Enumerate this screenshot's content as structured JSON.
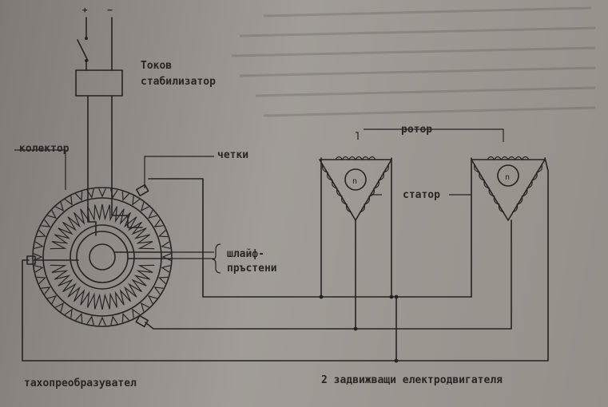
{
  "labels": {
    "plus": "+",
    "minus": "−",
    "stabilizer": [
      "Токов",
      "стабилизатор"
    ],
    "collector": "колектор",
    "brushes": "четки",
    "slip_rings": [
      "шлайф-",
      "пръстени"
    ],
    "rotor": "ротор",
    "stator": "статор",
    "tacho": "тахопреобразувател",
    "motors": "2 задвижващи електродвигателя",
    "rotor_mark_1": "n",
    "rotor_mark_2": "n"
  },
  "colors": {
    "ink": "#262220",
    "paper": "#9a9590"
  }
}
